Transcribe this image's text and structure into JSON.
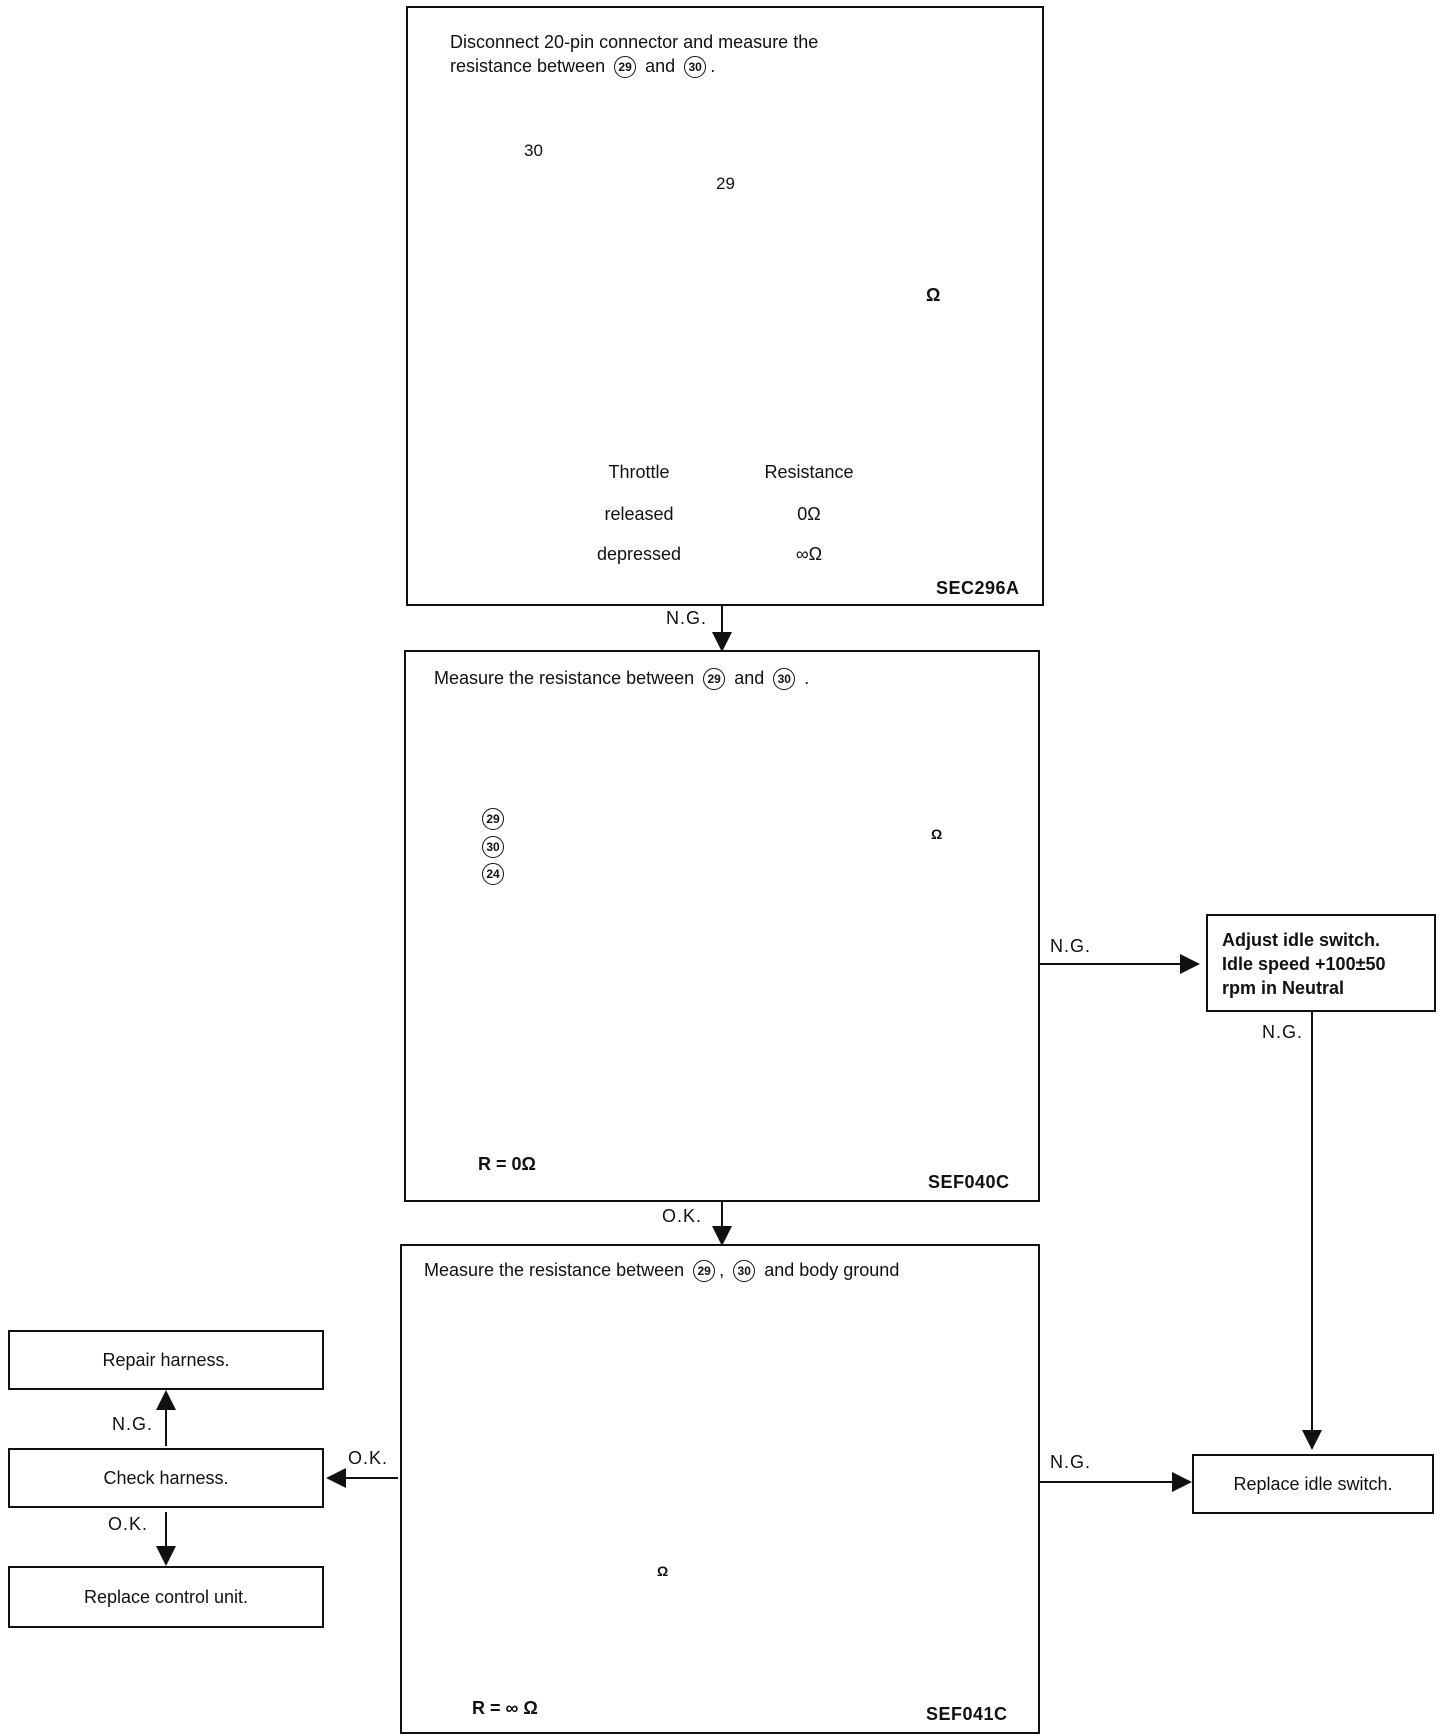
{
  "step1": {
    "text_line1": "Disconnect 20-pin connector and measure the",
    "text_line2_pre": "resistance between",
    "pin_a": "29",
    "and": "and",
    "pin_b": "30",
    "text_line2_post": ".",
    "connector_pin_30": "30",
    "connector_pin_29": "29",
    "ohm_symbol": "Ω",
    "table": {
      "headers": [
        "Throttle",
        "Resistance"
      ],
      "rows": [
        [
          "released",
          "0Ω"
        ],
        [
          "depressed",
          "∞Ω"
        ]
      ]
    },
    "code": "SEC296A"
  },
  "step2": {
    "text_pre": "Measure the resistance between",
    "pin_a": "29",
    "and": "and",
    "pin_b": "30",
    "text_post": ".",
    "terminals": [
      "29",
      "30",
      "24"
    ],
    "result": "R = 0Ω",
    "code": "SEF040C"
  },
  "step3": {
    "text_pre": "Measure the resistance between",
    "pin_a": "29",
    "sep": ",",
    "pin_b": "30",
    "text_post": "and body ground",
    "result": "R = ∞ Ω",
    "code": "SEF041C"
  },
  "flow": {
    "ng": "N.G.",
    "ok": "O.K."
  },
  "actions": {
    "adjust_line1": "Adjust idle switch.",
    "adjust_line2": "Idle speed +100±50",
    "adjust_line3": "rpm in Neutral",
    "replace_idle": "Replace idle switch.",
    "repair_harness": "Repair harness.",
    "check_harness": "Check harness.",
    "replace_control": "Replace control unit."
  }
}
